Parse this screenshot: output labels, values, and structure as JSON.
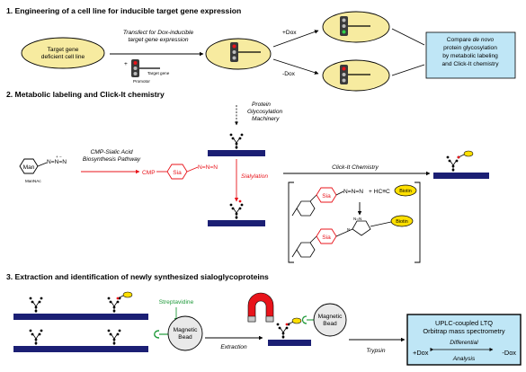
{
  "sections": {
    "s1": "1. Engineering of a cell line for inducible target gene expression",
    "s2": "2. Metabolic labeling and Click-It chemistry",
    "s3": "3. Extraction and identification of newly synthesized sialoglycoproteins"
  },
  "s1": {
    "cell_line": [
      "Target gene",
      "deficient cell line"
    ],
    "transfect": [
      "Transfect for Dox-inducible",
      "target gene expression"
    ],
    "target_gene": "Target gene",
    "promotor": "Promotor",
    "plus_dox": "+Dox",
    "minus_dox": "-Dox",
    "compare": [
      "Compare",
      "de novo",
      "protein glycosylation",
      "by metabolic labeling",
      "and Click-It chemistry"
    ]
  },
  "s2": {
    "machinery": [
      "Protein",
      "Glycosylation",
      "Machinery"
    ],
    "man": "Man",
    "mannac": "ManNAc",
    "azide": "N=N=N",
    "pathway": [
      "CMP-Sialic Acid",
      "Biosynthesis Pathway"
    ],
    "cmp": "CMP",
    "sia": "Sia",
    "sialylation": "Sialylation",
    "click": "Click-It Chemistry",
    "alkyne": "+ HC≡C",
    "biotin": "Biotin"
  },
  "s3": {
    "streptavidine": "Streptavidine",
    "bead": [
      "Magnetic",
      "Bead"
    ],
    "extraction": "Extraction",
    "trypsin": "Trypsin",
    "ms": [
      "UPLC-coupled LTQ",
      "Orbitrap mass spectrometry"
    ],
    "differential": [
      "Differential",
      "Analysis"
    ],
    "plus_dox": "+Dox",
    "minus_dox": "-Dox"
  },
  "colors": {
    "cell": "#f7eba0",
    "bar": "#1b1f74",
    "red": "#e8141b",
    "green": "#1f9a3a",
    "box": "#bfe6f6",
    "biotin": "#ffe000"
  }
}
